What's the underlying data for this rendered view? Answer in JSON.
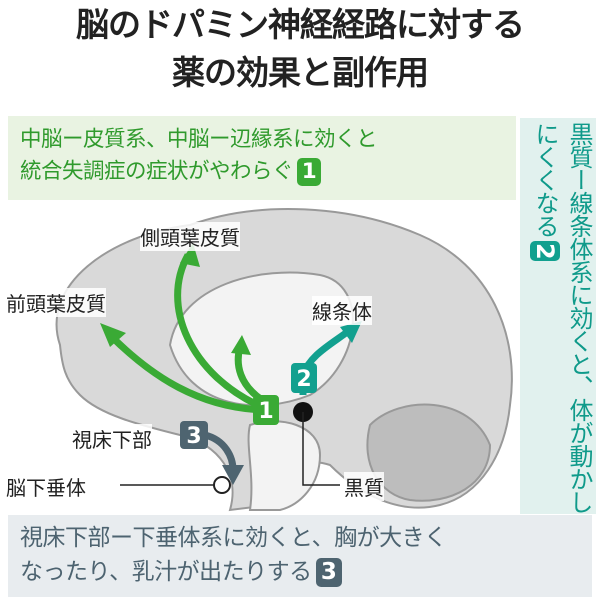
{
  "title": {
    "line1": "脳のドパミン神経経路に対する",
    "line2": "薬の効果と副作用"
  },
  "pathway1": {
    "line1": "中脳ー皮質系、中脳ー辺縁系に効くと",
    "line2": "統合失調症の症状がやわらぐ",
    "num": "1"
  },
  "pathway2": {
    "text": "黒質ー線条体系に効くと、体が動かしにくくなる",
    "num": "2"
  },
  "pathway3": {
    "line1": "視床下部ー下垂体系に効くと、胸が大きく",
    "line2": "なったり、乳汁が出たりする",
    "num": "3"
  },
  "labels": {
    "temporal": "側頭葉皮質",
    "frontal": "前頭葉皮質",
    "striatum": "線条体",
    "hypothalamus": "視床下部",
    "pituitary": "脳下垂体",
    "substantia_nigra": "黒質"
  },
  "colors": {
    "green": "#3aaa35",
    "teal": "#12a08f",
    "slate": "#4e6470",
    "brain": "#d9d9d9"
  }
}
